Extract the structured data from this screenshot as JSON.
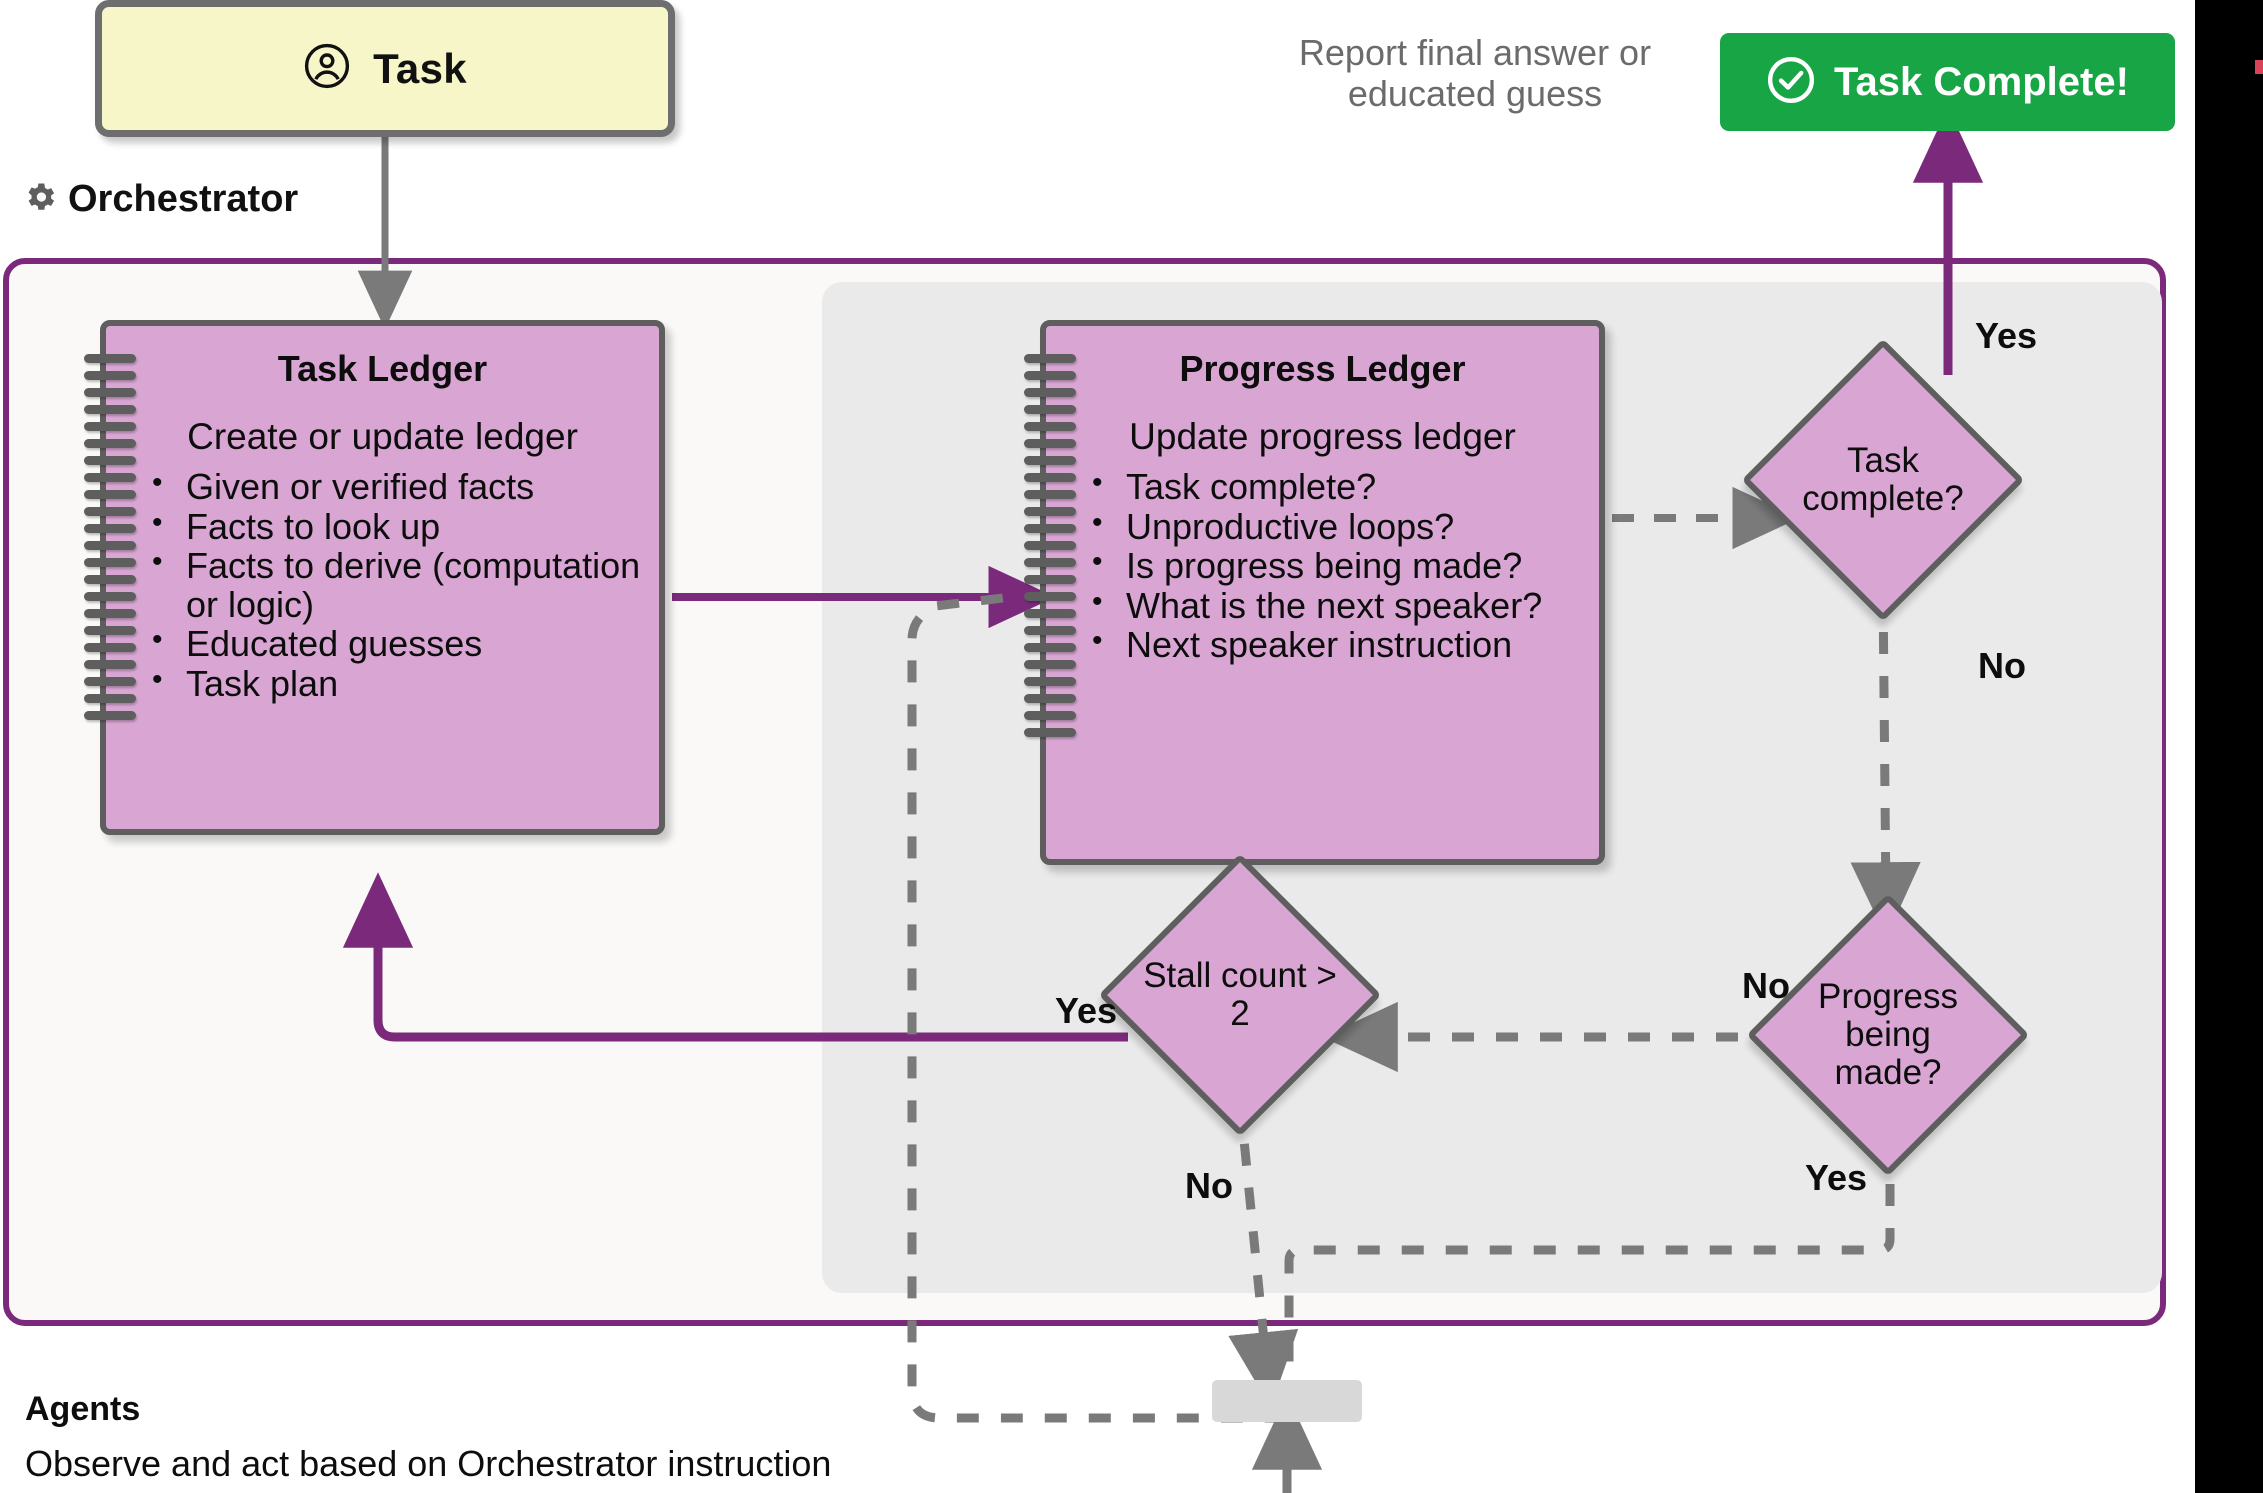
{
  "diagram": {
    "task_card": {
      "label": "Task",
      "icon": "user-circle-icon"
    },
    "orchestrator": {
      "label": "Orchestrator",
      "icon": "gear-icon",
      "border_color": "#7b2a7b",
      "background": "#faf9f7",
      "inner_panel_background": "#eaeaea"
    },
    "task_ledger": {
      "title": "Task Ledger",
      "subtitle": "Create or update ledger",
      "items": [
        "Given or verified facts",
        "Facts to look up",
        "Facts to derive (computation or logic)",
        "Educated guesses",
        "Task plan"
      ],
      "fill": "#d9a6d3"
    },
    "progress_ledger": {
      "title": "Progress Ledger",
      "subtitle": "Update progress ledger",
      "items": [
        "Task complete?",
        "Unproductive loops?",
        "Is progress being made?",
        "What is the next speaker?",
        "Next speaker instruction"
      ],
      "fill": "#d9a6d3"
    },
    "decisions": {
      "task_complete": {
        "text": "Task complete?",
        "yes_label": "Yes",
        "no_label": "No"
      },
      "progress_made": {
        "text": "Progress being made?",
        "yes_label": "Yes",
        "no_label": "No"
      },
      "stall_count": {
        "text": "Stall count > 2",
        "yes_label": "Yes",
        "no_label": "No"
      }
    },
    "complete_badge": {
      "label": "Task Complete!",
      "icon": "check-circle-icon",
      "color": "#18a545"
    },
    "report_note": "Report final answer or educated guess",
    "agents": {
      "title": "Agents",
      "subtitle": "Observe and act based on Orchestrator instruction"
    },
    "colors": {
      "purple_flow": "#7b2a7b",
      "gray_flow": "#7a7a7a",
      "node_fill": "#d9a6d3",
      "node_stroke": "#5e5e5e",
      "task_card_fill": "#f7f6c8",
      "green": "#18a545"
    }
  }
}
